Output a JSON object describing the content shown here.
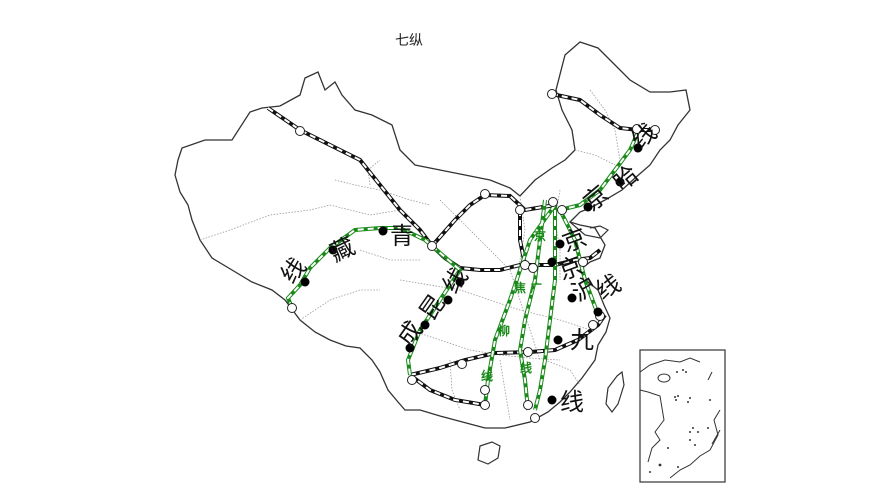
{
  "title": "七纵",
  "colors": {
    "border": "#333333",
    "province_border": "#999999",
    "existing_rail": "#111111",
    "planned_rail": "#1a8a1a",
    "city_open": "#ffffff",
    "city_filled": "#000000"
  },
  "labels": {
    "jingha": [
      "京",
      "哈",
      "线"
    ],
    "lanzang": [
      "青",
      "藏",
      "线"
    ],
    "baocheng": [
      "成",
      "昆",
      "线"
    ],
    "jinghu": [
      "京",
      "沪",
      "线"
    ],
    "hangfu": [
      "九",
      "线"
    ],
    "jingguang": [
      "京"
    ],
    "jiaoliu": [
      "焦",
      "广"
    ],
    "liu": [
      "柳",
      "线"
    ],
    "line": [
      "线"
    ]
  },
  "inset": {
    "name": "south-china-sea-inset"
  },
  "legend": {
    "existing_line_style": "black-white dashed double line",
    "planned_line_style": "green-white dashed double line",
    "node_open": "open circle (junction)",
    "node_filled": "filled circle (city)"
  }
}
